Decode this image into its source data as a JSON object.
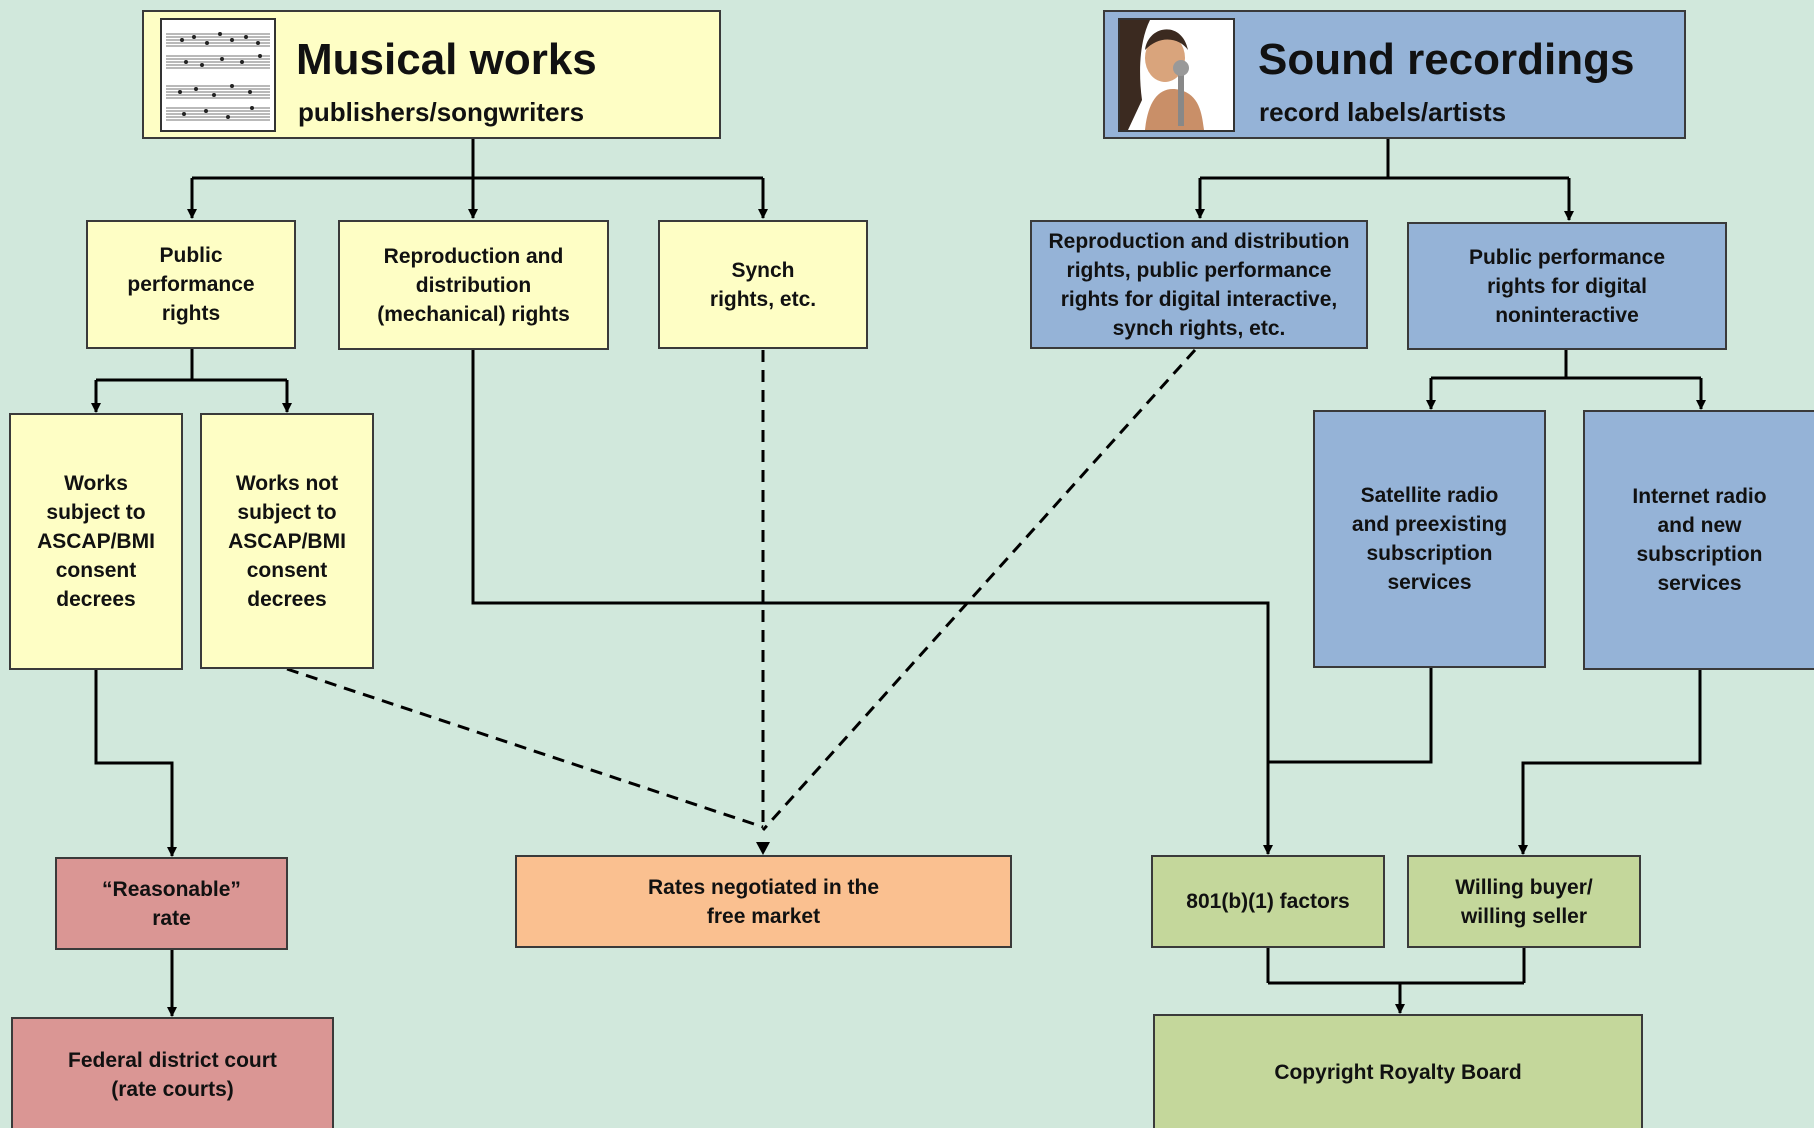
{
  "musical_works": {
    "title": "Musical works",
    "subtitle": "publishers/songwriters",
    "icon": "sheet-music-image",
    "color": "#fefec5"
  },
  "sound_recordings": {
    "title": "Sound recordings",
    "subtitle": "record labels/artists",
    "icon": "singer-photo",
    "color": "#95b3d7"
  },
  "nodes": {
    "public_performance_rights": "Public\nperformance\nrights",
    "reproduction_mechanical": "Reproduction and\ndistribution\n(mechanical) rights",
    "synch_rights": "Synch\nrights, etc.",
    "repro_digital_interactive": "Reproduction and distribution\nrights, public performance\nrights for digital interactive,\nsynch rights, etc.",
    "public_performance_digital_noninteractive": "Public performance\nrights for digital\nnoninteractive",
    "works_subject_consent": "Works\nsubject to\nASCAP/BMI\nconsent\ndecrees",
    "works_not_subject_consent": "Works not\nsubject to\nASCAP/BMI\nconsent\ndecrees",
    "satellite_radio": "Satellite radio\nand preexisting\nsubscription\nservices",
    "internet_radio": "Internet radio\nand new\nsubscription\nservices",
    "reasonable_rate": "“Reasonable”\nrate",
    "free_market_rates": "Rates negotiated in the\nfree market",
    "factors_801b1": "801(b)(1) factors",
    "willing_buyer": "Willing buyer/\nwilling seller",
    "federal_district_court": "Federal district court\n(rate courts)",
    "copyright_royalty_board": "Copyright Royalty Board"
  },
  "colors": {
    "background": "#d1e8dc",
    "yellow": "#fefec5",
    "blue": "#95b3d7",
    "pink": "#da9694",
    "orange": "#fac090",
    "green": "#c4d79b"
  }
}
